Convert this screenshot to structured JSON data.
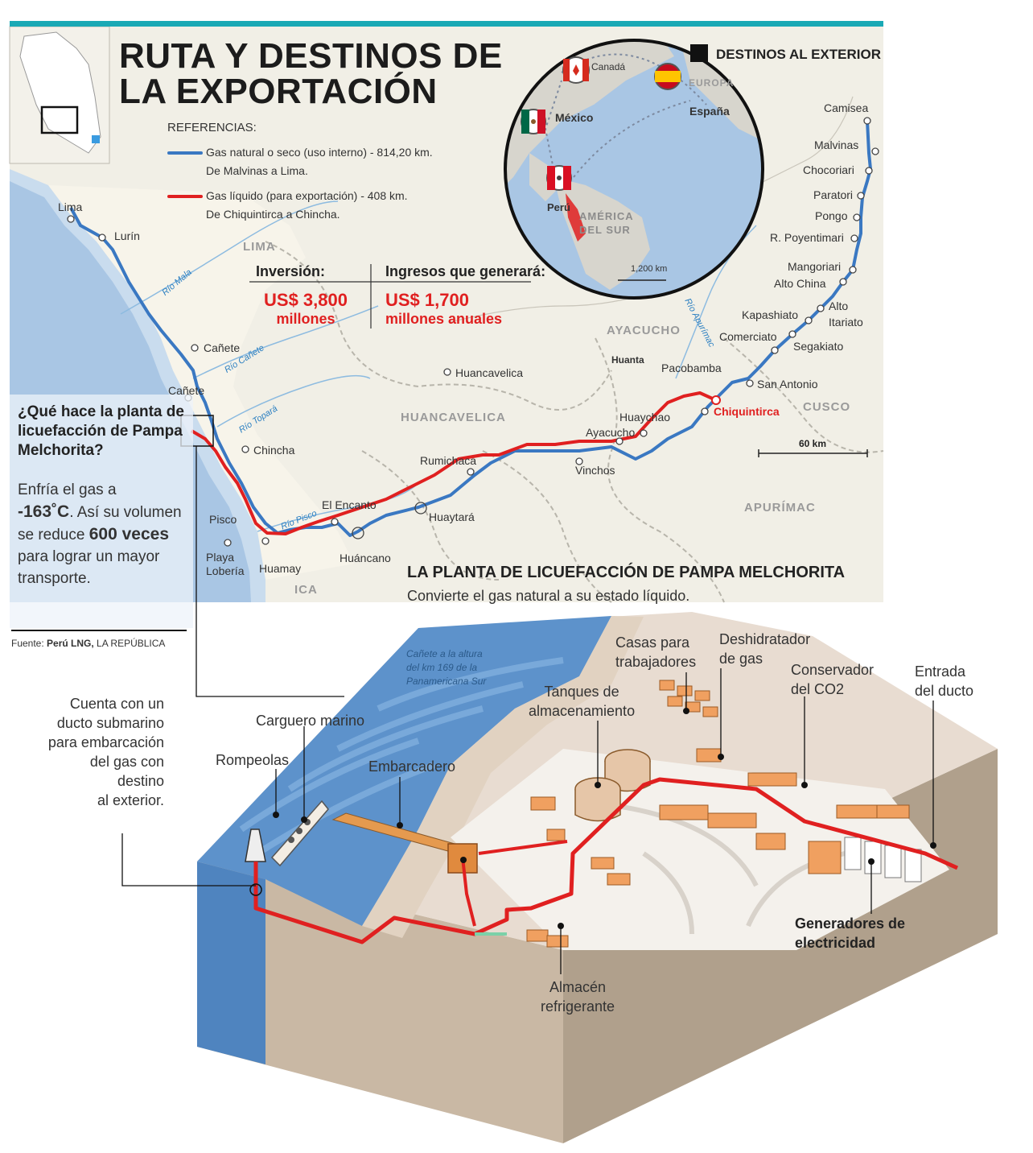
{
  "title_line1": "RUTA Y DESTINOS DE",
  "title_line2": "LA EXPORTACIÓN",
  "references": {
    "heading": "REFERENCIAS:",
    "blue_line1": "Gas natural o seco (uso interno) - 814,20 km.",
    "blue_line2": "De Malvinas a Lima.",
    "red_line1": "Gas líquido (para exportación) - 408 km.",
    "red_line2": "De Chiquintirca a Chincha.",
    "blue_color": "#3a78c2",
    "red_color": "#e02020"
  },
  "investment": {
    "inv_label": "Inversión:",
    "inv_value": "US$ 3,800",
    "inv_unit": "millones",
    "income_label": "Ingresos que generará:",
    "income_value": "US$ 1,700",
    "income_unit": "millones anuales"
  },
  "destinations": {
    "heading": "DESTINOS AL EXTERIOR",
    "canada": "Canadá",
    "mexico": "México",
    "espana": "España",
    "europa": "EUROPA",
    "peru": "Perú",
    "america_l1": "AMÉRICA",
    "america_l2": "DEL SUR",
    "scale": "1,200 km"
  },
  "regions": {
    "lima": "LIMA",
    "ayacucho": "AYACUCHO",
    "huancavelica": "HUANCAVELICA",
    "cusco": "CUSCO",
    "apurimac": "APURÍMAC",
    "ica": "ICA"
  },
  "rivers": {
    "mala": "Río Mala",
    "canete": "Río Cañete",
    "topara": "Río Topará",
    "pisco": "Río Pisco",
    "apurimac": "Río Apurímac"
  },
  "places": {
    "lima": "Lima",
    "lurin": "Lurín",
    "canete1": "Cañete",
    "canete2": "Cañete",
    "chincha": "Chincha",
    "pisco": "Pisco",
    "playa_l1": "Playa",
    "playa_l2": "Lobería",
    "huamay": "Huamay",
    "huancano": "Huáncano",
    "el_encanto": "El Encanto",
    "huaytara": "Huaytará",
    "rumichaca": "Rumichaca",
    "huancavelica": "Huancavelica",
    "vinchos": "Vinchos",
    "ayacucho": "Ayacucho",
    "huaychao": "Huaychao",
    "huanta": "Huanta",
    "pacobamba": "Pacobamba",
    "chiquintirca": "Chiquintirca",
    "san_antonio": "San Antonio",
    "comerciato": "Comerciato",
    "segakiato": "Segakiato",
    "kapashiato": "Kapashiato",
    "alto_l1": "Alto",
    "alto_l2": "Itariato",
    "alto_china": "Alto China",
    "mangoriari": "Mangoriari",
    "poyentimari": "R. Poyentimari",
    "pongo": "Pongo",
    "paratori": "Paratori",
    "chocoriari": "Chocoriari",
    "malvinas": "Malvinas",
    "camisea": "Camisea"
  },
  "map_scale": "60 km",
  "question": "¿Qué hace la planta de licuefacción de Pampa Melchorita?",
  "answer": {
    "p1": "Enfría el gas a",
    "temp": "-163˚C",
    "p2": ". Así su volumen se reduce",
    "times": "600 veces",
    "p3": " para lograr un mayor transporte."
  },
  "source": {
    "prefix": "Fuente: ",
    "name": "Perú LNG,",
    "outlet": " LA REPÚBLICA"
  },
  "plant": {
    "heading": "LA PLANTA DE LICUEFACCIÓN DE PAMPA MELCHORITA",
    "subtitle": "Convierte el gas natural a su estado líquido.",
    "sea_note_l1": "Cañete a la altura",
    "sea_note_l2": "del km 169 de la",
    "sea_note_l3": "Panamericana Sur",
    "ducto_l1": "Cuenta con un",
    "ducto_l2": "ducto submarino",
    "ducto_l3": "para embarcación",
    "ducto_l4": "del gas con",
    "ducto_l5": "destino",
    "ducto_l6": "al exterior.",
    "carguero": "Carguero marino",
    "rompeolas": "Rompeolas",
    "embarcadero": "Embarcadero",
    "tanques_l1": "Tanques de",
    "tanques_l2": "almacenamiento",
    "casas_l1": "Casas para",
    "casas_l2": "trabajadores",
    "deshid_l1": "Deshidratador",
    "deshid_l2": "de gas",
    "conserv_l1": "Conservador",
    "conserv_l2": "del CO2",
    "entrada_l1": "Entrada",
    "entrada_l2": "del ducto",
    "generadores_l1": "Generadores de",
    "generadores_l2": "electricidad",
    "almacen_l1": "Almacén",
    "almacen_l2": "refrigerante"
  }
}
